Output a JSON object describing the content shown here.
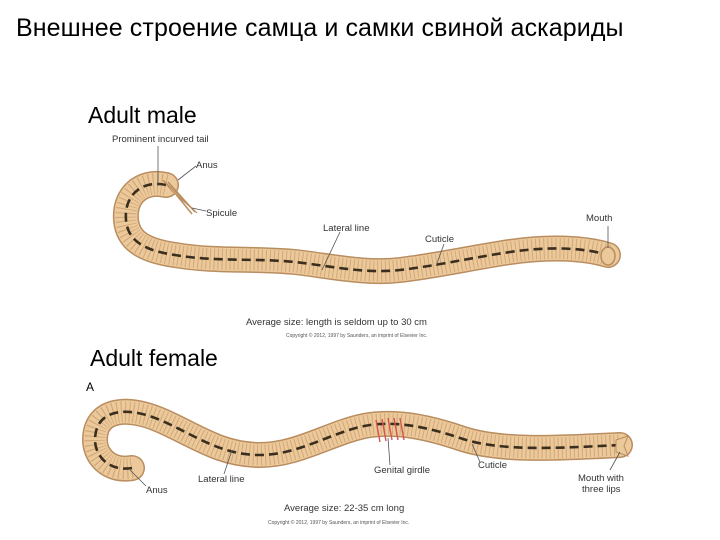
{
  "title": "Внешнее строение самца и самки свиной аскариды",
  "male": {
    "heading": "Adult male",
    "labels": {
      "tail": "Prominent incurved tail",
      "anus": "Anus",
      "spicule": "Spicule",
      "lateral_line": "Lateral line",
      "cuticle": "Cuticle",
      "mouth": "Mouth"
    },
    "size_note": "Average size: length is seldom up to 30 cm",
    "copyright": "Copyright © 2012, 1997 by Saunders, an imprint of Elsevier Inc."
  },
  "female": {
    "heading": "Adult female",
    "figure_letter": "A",
    "labels": {
      "anus": "Anus",
      "lateral_line": "Lateral line",
      "genital_girdle": "Genital girdle",
      "cuticle": "Cuticle",
      "mouth_line1": "Mouth with",
      "mouth_line2": "three lips"
    },
    "size_note": "Average size: 22-35 cm long",
    "copyright": "Copyright © 2012, 1997 by Saunders, an imprint of Elsevier Inc."
  },
  "colors": {
    "body_fill": "#ecc99b",
    "body_outline": "#b98d5f",
    "annulation": "#c79a69",
    "lateral_line": "#3a2f1e",
    "girdle": "#d9534f",
    "leader_line": "#555555"
  }
}
